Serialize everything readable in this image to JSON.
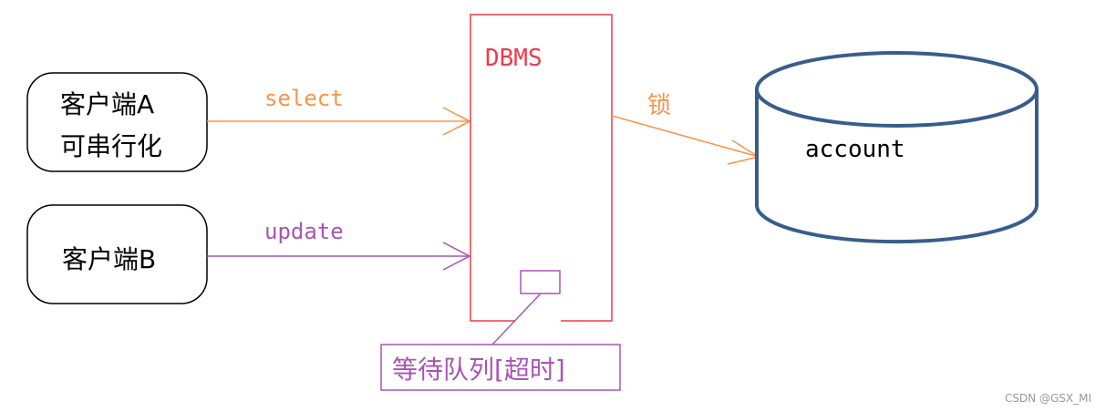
{
  "client_a": {
    "line1": "客户端A",
    "line2": "可串行化"
  },
  "client_b": {
    "label": "客户端B"
  },
  "arrows": {
    "select": "select",
    "update": "update",
    "lock": "锁"
  },
  "dbms": {
    "label": "DBMS"
  },
  "queue": {
    "label": "等待队列[超时]"
  },
  "database": {
    "label": "account"
  },
  "watermark": "CSDN @GSX_MI",
  "colors": {
    "red": "#ee3a4a",
    "orange": "#f7954a",
    "purple": "#a855b5",
    "blue": "#385d8a"
  }
}
